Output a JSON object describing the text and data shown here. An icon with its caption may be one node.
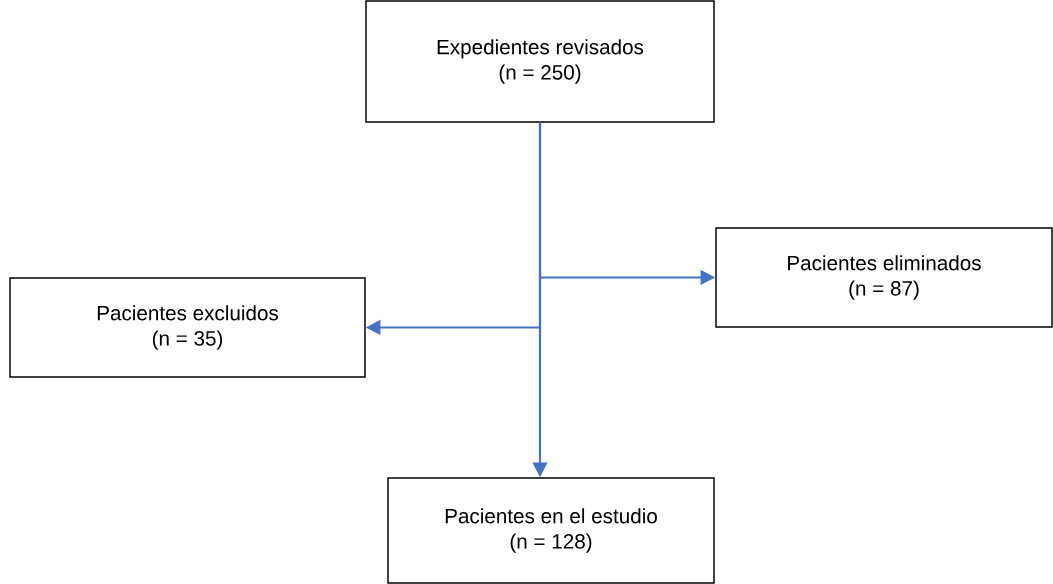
{
  "diagram": {
    "nodes": [
      {
        "text": [
          "Expedientes revisados",
          "(n = 250)"
        ]
      },
      {
        "text": [
          "Pacientes eliminados",
          "(n = 87)"
        ]
      },
      {
        "text": [
          "Pacientes excluidos",
          "(n = 35)"
        ]
      },
      {
        "text": [
          "Pacientes en el estudio",
          "(n = 128)"
        ]
      }
    ],
    "edges": [
      {
        "from": 0,
        "to": 1,
        "arrow": "to"
      },
      {
        "from": 0,
        "to": 2,
        "arrow": "to"
      },
      {
        "from": 0,
        "to": 3,
        "arrow": "to"
      }
    ]
  }
}
